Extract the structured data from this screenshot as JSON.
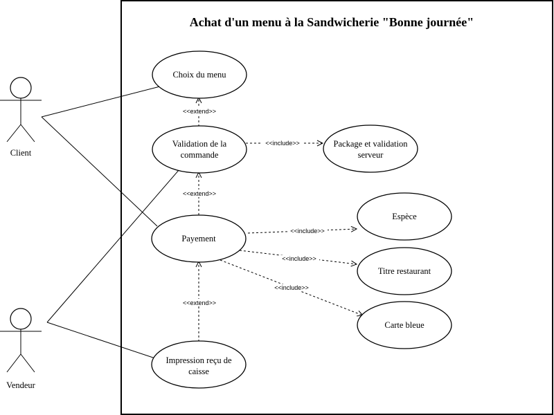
{
  "title": "Achat d'un menu à la Sandwicherie \"Bonne journée\"",
  "actors": {
    "client": "Client",
    "vendeur": "Vendeur"
  },
  "use_cases": {
    "choix_menu": [
      "Choix du menu"
    ],
    "validation": [
      "Validation de la",
      "commande"
    ],
    "package": [
      "Package et validation",
      "serveur"
    ],
    "payement": [
      "Payement"
    ],
    "espece": [
      "Espèce"
    ],
    "titre_restaurant": [
      "Titre restaurant"
    ],
    "carte_bleue": [
      "Carte bleue"
    ],
    "impression": [
      "Impression reçu de",
      "caisse"
    ]
  },
  "relations": {
    "extend": "<<extend>>",
    "include": "<<include>>"
  }
}
